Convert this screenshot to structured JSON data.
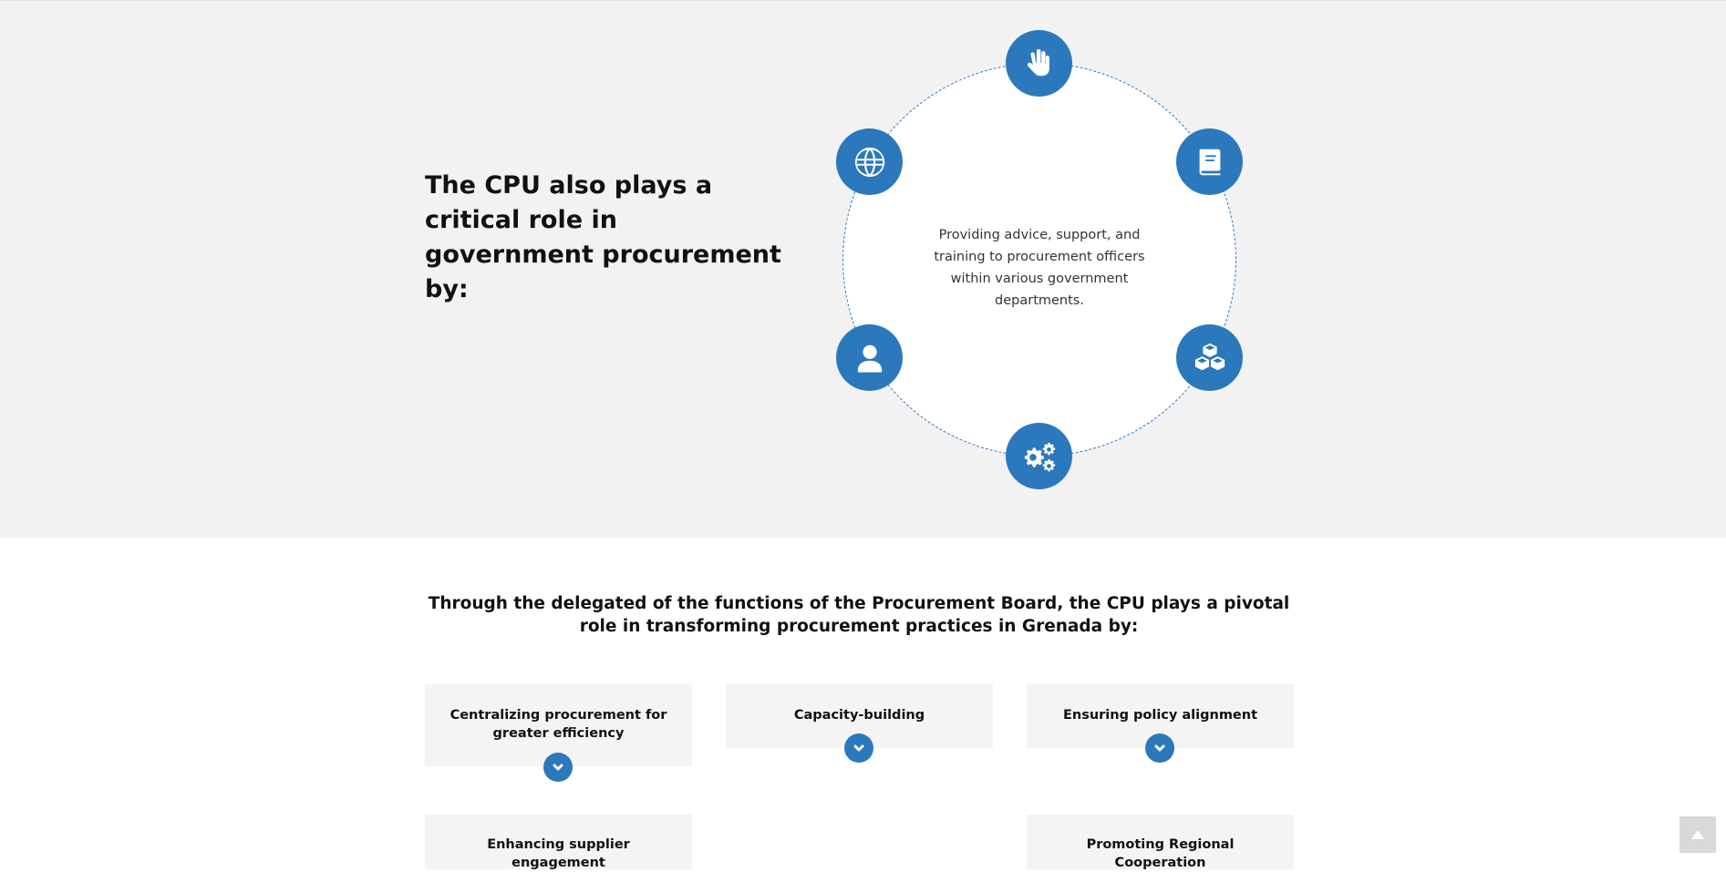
{
  "intro": {
    "heading": "The CPU also plays a critical role in government procurement by:"
  },
  "circle": {
    "active_text": "Providing advice, support, and training to procurement officers within various government departments.",
    "icons": [
      "hand-icon",
      "book-icon",
      "cubes-icon",
      "gears-icon",
      "user-icon",
      "globe-icon"
    ]
  },
  "functions": {
    "heading": "Through the delegated of the functions of the Procurement Board, the CPU plays a pivotal role in transforming procurement practices in Grenada by:",
    "cards": [
      {
        "label": "Centralizing procurement for greater efficiency"
      },
      {
        "label": "Capacity-building"
      },
      {
        "label": "Ensuring policy alignment"
      },
      {
        "label": "Enhancing supplier engagement"
      },
      {
        "label": "Promoting Regional Cooperation"
      }
    ]
  },
  "colors": {
    "accent": "#2c78bd",
    "section_bg": "#f2f2f2",
    "card_bg": "#f4f4f4"
  }
}
